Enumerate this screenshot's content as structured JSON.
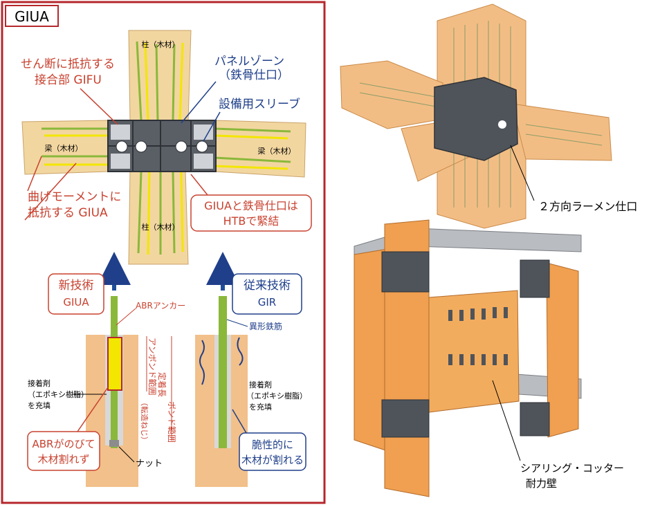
{
  "badge": "GIUA",
  "left_top": {
    "pillar_top": "柱（木材）",
    "pillar_bottom": "柱（木材）",
    "beam_left": "梁（木材）",
    "beam_right": "梁（木材）",
    "shear_l1": "せん断に抵抗する",
    "shear_l2": "接合部 GIFU",
    "panel_l1": "パネルゾーン",
    "panel_l2": "（鉄骨仕口）",
    "sleeve": "設備用スリーブ",
    "moment_l1": "曲げモーメントに",
    "moment_l2": "抵抗する GIUA",
    "htb_l1": "GIUAと鉄骨仕口は",
    "htb_l2": "HTBで緊結"
  },
  "left_bottom": {
    "new_l1": "新技術",
    "new_l2": "GIUA",
    "abr_anchor": "ABRアンカー",
    "unbond": "アンボンド範囲",
    "anchor_len": "定着長",
    "bond_l1": "ボンド範囲",
    "bond_l2": "（転造ねじ）",
    "adh_l_1": "接着剤",
    "adh_l_2": "（エポキシ樹脂）",
    "adh_l_3": "を充填",
    "abr_l1": "ABRがのびて",
    "abr_l2": "木材割れず",
    "nut": "ナット",
    "old_l1": "従来技術",
    "old_l2": "GIR",
    "deformed": "異形鉄筋",
    "adh_r_1": "接着剤",
    "adh_r_2": "（エポキシ樹脂）",
    "adh_r_3": "を充填",
    "brittle_l1": "脆性的に",
    "brittle_l2": "木材が割れる"
  },
  "right": {
    "two_dir": "２方向ラーメン仕口",
    "shear_wall_l1": "シアリング・コッター",
    "shear_wall_l2": "耐力壁"
  },
  "colors": {
    "frame_red": "#b5272c",
    "wood": "#f2c98a",
    "orange": "#f0a050",
    "steel": "#5a5f66",
    "blue": "#1f3f8a",
    "rod_green": "#8ab83a",
    "rod_yellow": "#f3e600"
  }
}
